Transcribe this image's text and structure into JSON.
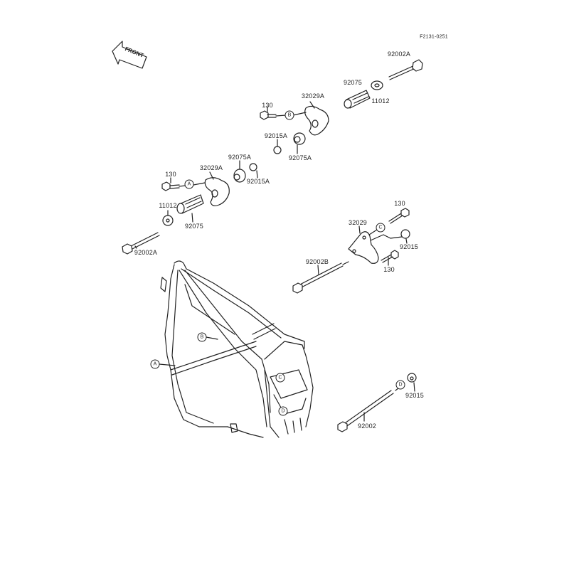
{
  "diagram_code": "F2131-0251",
  "front_arrow": "FRONT",
  "parts": {
    "bolt_top_right": "92002A",
    "collar_top": "92075",
    "washer_top": "11012",
    "bolt_130_b": "130",
    "bracket_top": "32029A",
    "nut_92015A_top": "92015A",
    "bushing_top": "92075A",
    "bushing_mid": "92075A",
    "nut_92015A_mid": "92015A",
    "bolt_130_a": "130",
    "bracket_mid": "32029A",
    "washer_left": "11012",
    "collar_left": "92075",
    "bolt_left": "92002A",
    "bolt_130_c_top": "130",
    "bracket_right": "32029",
    "nut_right": "92015",
    "bolt_92002B": "92002B",
    "bolt_130_c_bottom": "130",
    "nut_bottom": "92015",
    "bolt_bottom": "92002"
  },
  "refs": {
    "a": "A",
    "b": "B",
    "c": "C",
    "d": "D"
  }
}
